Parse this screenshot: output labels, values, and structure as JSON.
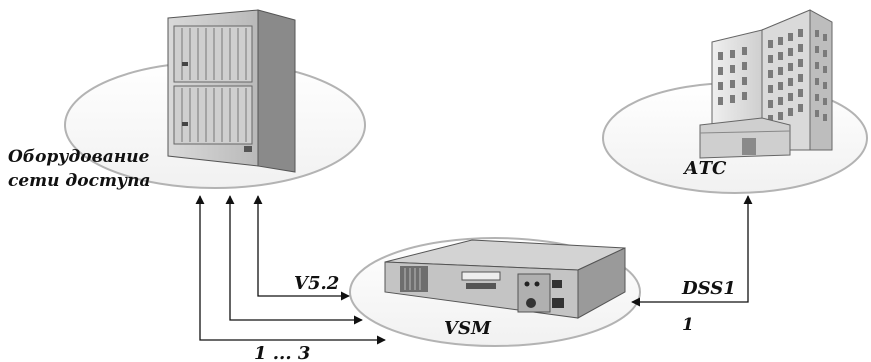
{
  "labels": {
    "access_network_line1": "Оборудование",
    "access_network_line2": "сети доступа",
    "exchange": "АТС",
    "vsm": "VSM",
    "v52": "V5.2",
    "dss1": "DSS1",
    "dss1_count": "1",
    "links_range": "1 ... 3"
  }
}
